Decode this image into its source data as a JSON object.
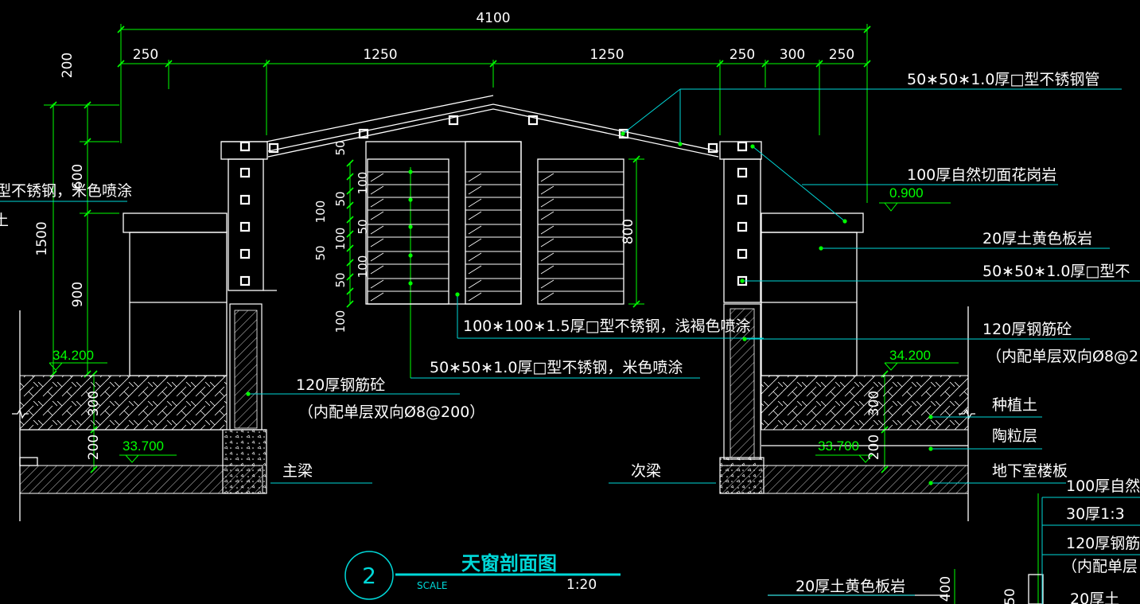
{
  "dims": {
    "overall": "4100",
    "d250_left": "250",
    "d1250_a": "1250",
    "d1250_b": "1250",
    "d250_r1": "250",
    "d300_r": "300",
    "d250_r2": "250",
    "v200": "200",
    "v600": "600",
    "v1500": "1500",
    "v900": "900",
    "v300_l": "300",
    "v200_l": "200",
    "v800": "800",
    "v300_r": "300",
    "v200_r": "200",
    "v400_br": "400",
    "v50_br": "50",
    "louver_50a": "50",
    "louver_100a": "100",
    "louver_50b": "50",
    "louver_100b": "100",
    "louver_50c": "50",
    "louver_100c": "100",
    "louver_50d": "50",
    "louver_100d": "100",
    "louver_50e": "50",
    "louver_100e": "100"
  },
  "levels": {
    "top_right": "0.900",
    "ground_left": "34.200",
    "ground_right": "34.200",
    "base_left": "33.700",
    "base_right": "33.700"
  },
  "labels": {
    "tube_top": "50∗50∗1.0厚□型不锈钢管",
    "granite_top": "100厚自然切面花岗岩",
    "slate_right": "20厚土黄色板岩",
    "tube_right": "50∗50∗1.0厚□型不",
    "concrete_right": "120厚钢筋砼",
    "concrete_right_note": "（内配单层双向Ø8@2",
    "planting_soil": "种植土",
    "ceramsite": "陶粒层",
    "basement_slab": "地下室楼板",
    "granite_br": "100厚自然",
    "mortar_br": "30厚1:3",
    "concrete_br": "120厚钢筋",
    "concrete_br_note": "（内配单层",
    "slate_br": "20厚土黄色板岩",
    "slate_br2": "20厚土",
    "left_cut": "型不锈钢，米色喷涂",
    "left_cut2": "土",
    "main_steel": "100∗100∗1.5厚□型不锈钢，浅褐色喷涂",
    "louver_steel": "50∗50∗1.0厚□型不锈钢，米色喷涂",
    "concrete_left": "120厚钢筋砼",
    "concrete_left_note": "（内配单层双向Ø8@200）",
    "main_beam": "主梁",
    "secondary_beam": "次梁"
  },
  "title_block": {
    "number": "2",
    "title": "天窗剖面图",
    "scale_label": "SCALE",
    "scale_value": "1:20"
  },
  "colors": {
    "background": "#000000",
    "linework": "#ffffff",
    "dimension": "#00ff00",
    "annotation": "#00d8d8"
  }
}
